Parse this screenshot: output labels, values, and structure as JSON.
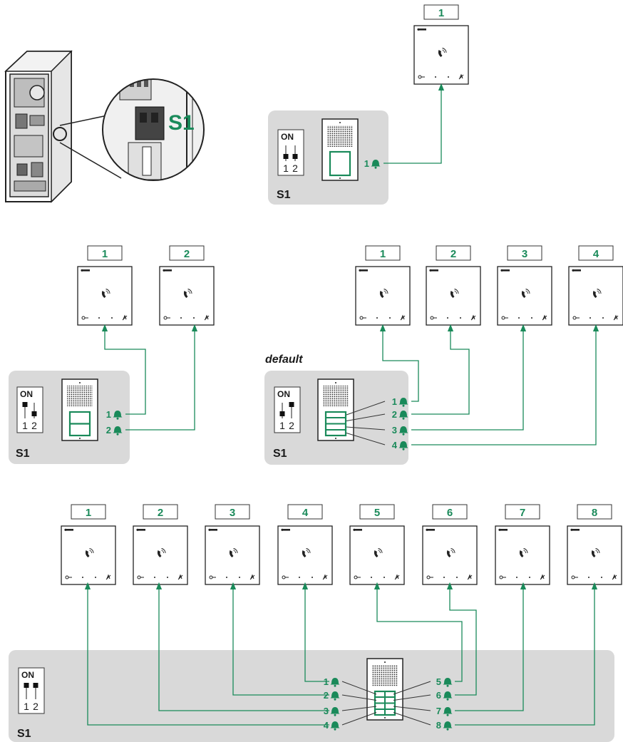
{
  "colors": {
    "green": "#1a8a5a",
    "panel": "#d9d9d9",
    "dark": "#1a1a1a",
    "outline": "#333333"
  },
  "callout_label": "S1",
  "default_label": "default",
  "switch": {
    "on_label": "ON",
    "pos1": "1",
    "pos2": "2",
    "name": "S1"
  },
  "diagrams": [
    {
      "id": "one-button",
      "monitors": [
        "1"
      ],
      "bells": [
        "1"
      ],
      "switch_state": "both-down"
    },
    {
      "id": "two-button",
      "monitors": [
        "1",
        "2"
      ],
      "bells": [
        "1",
        "2"
      ],
      "switch_state": "sw1-up"
    },
    {
      "id": "four-button",
      "monitors": [
        "1",
        "2",
        "3",
        "4"
      ],
      "bells": [
        "1",
        "2",
        "3",
        "4"
      ],
      "switch_state": "sw2-up"
    },
    {
      "id": "eight-button",
      "monitors": [
        "1",
        "2",
        "3",
        "4",
        "5",
        "6",
        "7",
        "8"
      ],
      "bells": [
        "1",
        "2",
        "3",
        "4",
        "5",
        "6",
        "7",
        "8"
      ],
      "switch_state": "both-up"
    }
  ],
  "monitor_icons": [
    "brand-logo-icon",
    "handset-icon",
    "key-icon",
    "button-1-mark",
    "button-2-mark",
    "mute-icon"
  ]
}
